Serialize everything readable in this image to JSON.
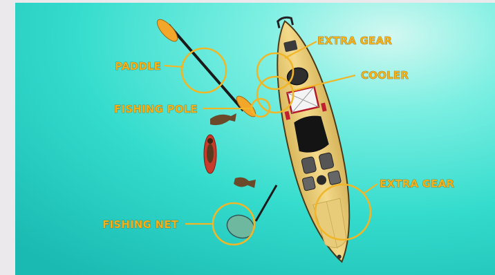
{
  "colors": {
    "water_light": "#c8f6ee",
    "water_mid": "#3fe0d2",
    "water_dark": "#16b8b0",
    "kayak_hull": "#f0d27e",
    "accent_yellow": "#f0b628",
    "label_fill": "#f2b21a"
  },
  "labels": {
    "paddle": "PADDLE",
    "extra_gear_top": "EXTRA GEAR",
    "cooler": "COOLER",
    "fishing_pole": "FISHING POLE",
    "extra_gear_bottom": "EXTRA GEAR",
    "fishing_net": "FISHING NET"
  }
}
